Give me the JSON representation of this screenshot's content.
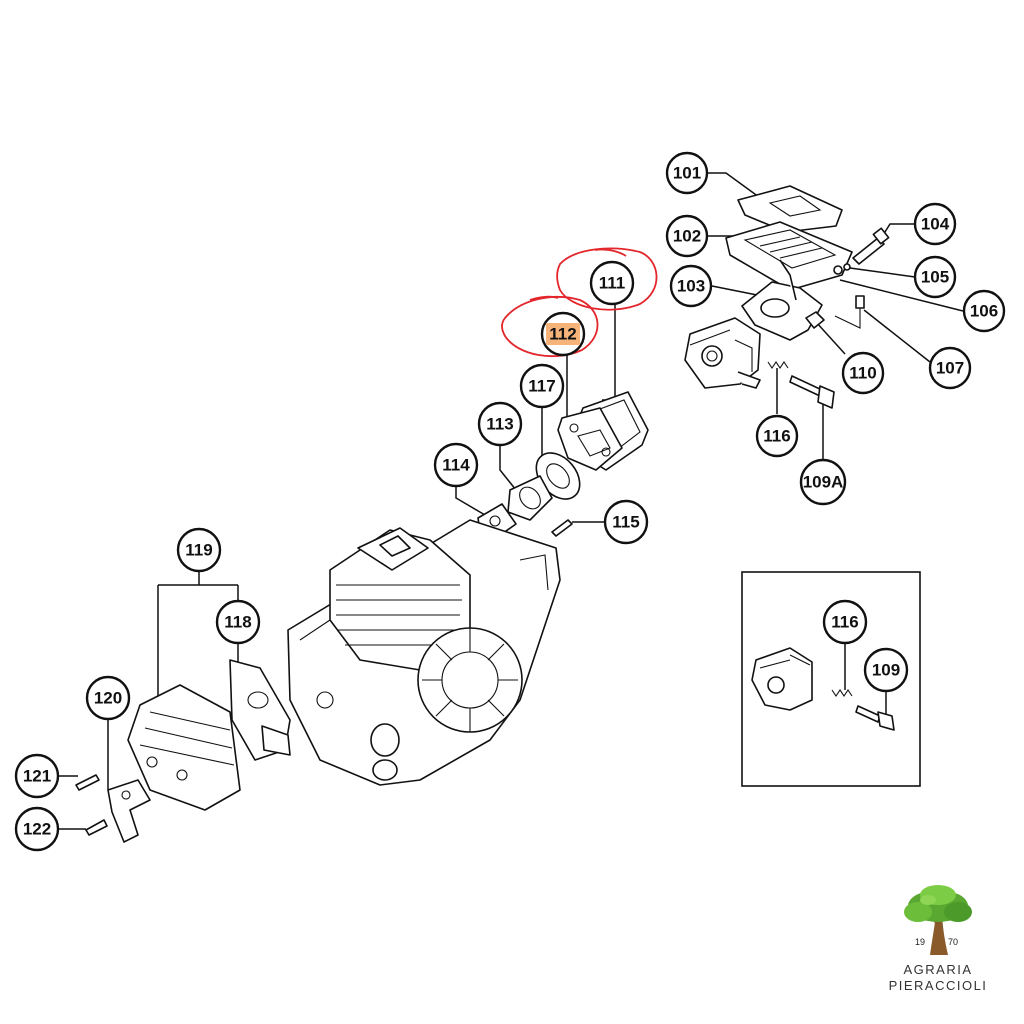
{
  "labels": {
    "p101": "101",
    "p102": "102",
    "p103": "103",
    "p104": "104",
    "p105": "105",
    "p106": "106",
    "p107": "107",
    "p109": "109",
    "p109A": "109A",
    "p110": "110",
    "p111": "111",
    "p112": "112",
    "p113": "113",
    "p114": "114",
    "p115": "115",
    "p116": "116",
    "p116b": "116",
    "p117": "117",
    "p118": "118",
    "p119": "119",
    "p120": "120",
    "p121": "121",
    "p122": "122"
  },
  "highlight_color": "#f6b37a",
  "marker_color": "#e3262b",
  "brand": {
    "year_left": "19",
    "year_right": "70",
    "line1": "AGRARIA",
    "line2": "PIERACCIOLI",
    "tree_icon": "tree-logo-icon"
  }
}
